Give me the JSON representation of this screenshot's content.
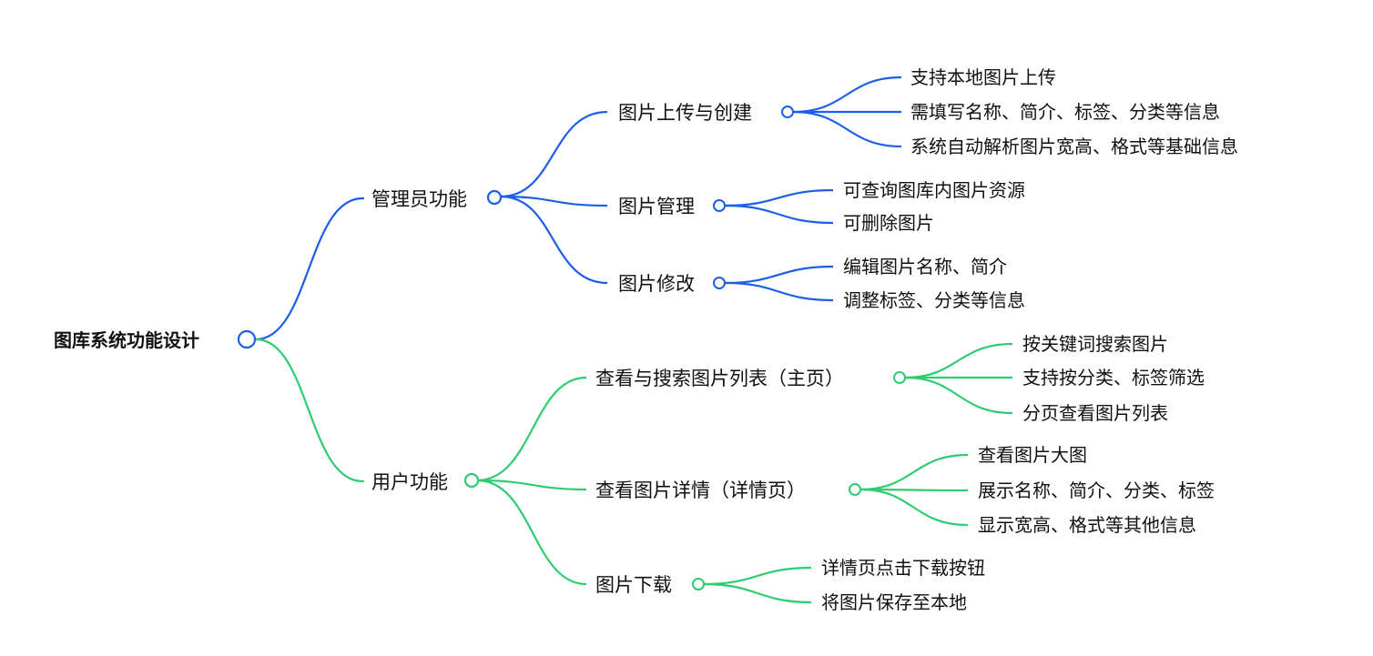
{
  "diagram": {
    "root": {
      "label": "图库系统功能设计"
    },
    "colors": {
      "admin_branch": "#1c5ee8",
      "user_branch": "#2ecc71"
    },
    "branches": [
      {
        "label": "管理员功能",
        "color": "#1c5ee8",
        "children": [
          {
            "label": "图片上传与创建",
            "children": [
              "支持本地图片上传",
              "需填写名称、简介、标签、分类等信息",
              "系统自动解析图片宽高、格式等基础信息"
            ]
          },
          {
            "label": "图片管理",
            "children": [
              "可查询图库内图片资源",
              "可删除图片"
            ]
          },
          {
            "label": "图片修改",
            "children": [
              "编辑图片名称、简介",
              "调整标签、分类等信息"
            ]
          }
        ]
      },
      {
        "label": "用户功能",
        "color": "#2ecc71",
        "children": [
          {
            "label": "查看与搜索图片列表（主页）",
            "children": [
              "按关键词搜索图片",
              "支持按分类、标签筛选",
              "分页查看图片列表"
            ]
          },
          {
            "label": "查看图片详情（详情页）",
            "children": [
              "查看图片大图",
              "展示名称、简介、分类、标签",
              "显示宽高、格式等其他信息"
            ]
          },
          {
            "label": "图片下载",
            "children": [
              "详情页点击下载按钮",
              "将图片保存至本地"
            ]
          }
        ]
      }
    ]
  }
}
